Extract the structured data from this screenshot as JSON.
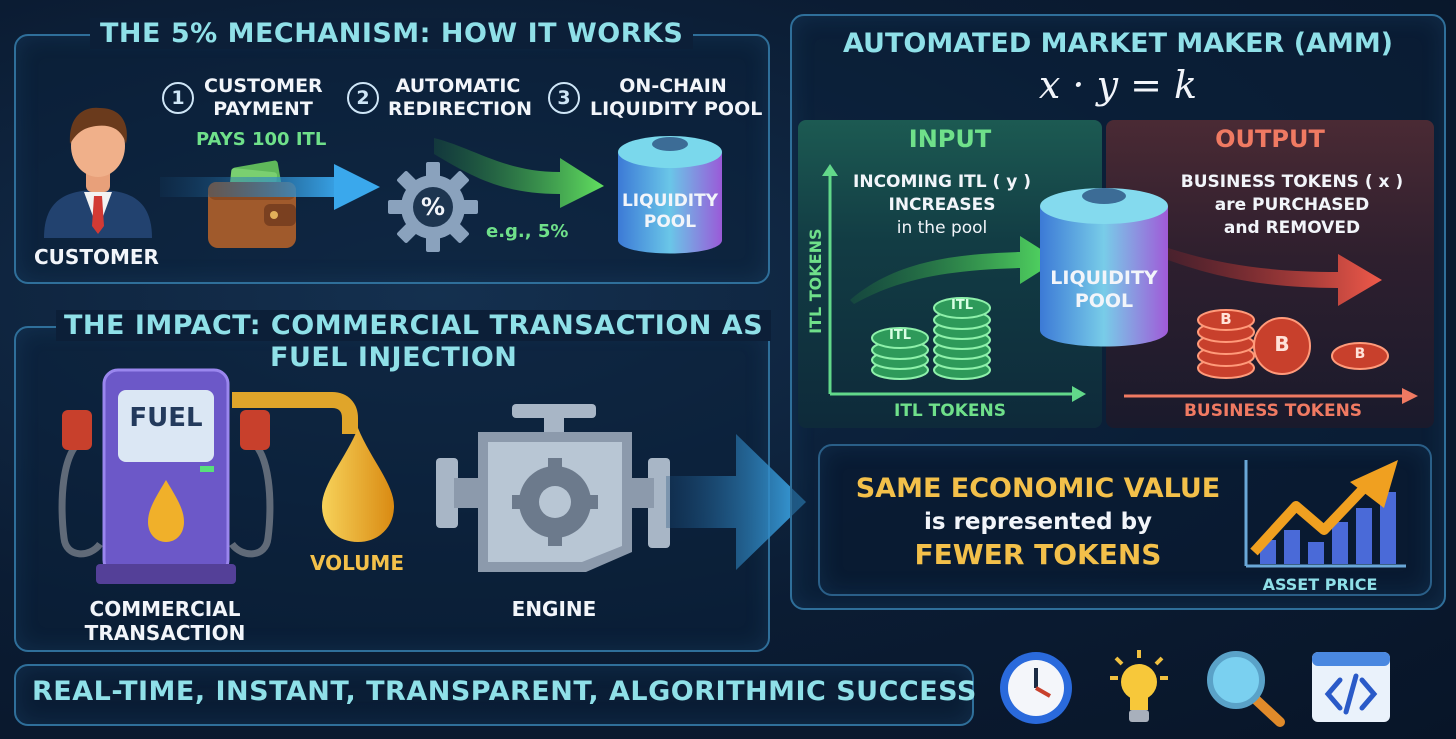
{
  "mechanism": {
    "title": "THE 5% MECHANISM: HOW IT WORKS",
    "customer_label": "CUSTOMER",
    "steps": [
      {
        "number": "1",
        "label_line1": "CUSTOMER",
        "label_line2": "PAYMENT"
      },
      {
        "number": "2",
        "label_line1": "AUTOMATIC",
        "label_line2": "REDIRECTION"
      },
      {
        "number": "3",
        "label_line1": "ON-CHAIN",
        "label_line2": "LIQUIDITY POOL"
      }
    ],
    "pays_label": "PAYS 100 ITL",
    "percent_symbol": "%",
    "example_label": "e.g., 5%",
    "pool_label_line1": "LIQUIDITY",
    "pool_label_line2": "POOL"
  },
  "amm": {
    "title": "AUTOMATED MARKET MAKER (AMM)",
    "formula": "x · y = k",
    "input": {
      "header": "INPUT",
      "text_line1": "INCOMING ITL ( y )",
      "text_line2": "INCREASES",
      "text_line3": "in the pool",
      "y_axis_label": "ITL TOKENS",
      "x_axis_label": "ITL TOKENS",
      "coin_label": "ITL"
    },
    "output": {
      "header": "OUTPUT",
      "text_line1": "BUSINESS TOKENS ( x )",
      "text_line2": "are PURCHASED",
      "text_line3": "and REMOVED",
      "x_axis_label": "BUSINESS TOKENS",
      "coin_label": "B"
    },
    "pool_label_line1": "LIQUIDITY",
    "pool_label_line2": "POOL"
  },
  "impact": {
    "title_line1": "THE IMPACT: COMMERCIAL TRANSACTION AS",
    "title_line2": "FUEL INJECTION",
    "fuel_label": "FUEL",
    "commercial_line1": "COMMERCIAL",
    "commercial_line2": "TRANSACTION",
    "volume_label": "VOLUME",
    "engine_label": "ENGINE"
  },
  "value": {
    "line1": "SAME ECONOMIC VALUE",
    "line2": "is represented by",
    "line3": "FEWER TOKENS",
    "asset_price_label": "ASSET PRICE"
  },
  "footer": {
    "text": "REAL-TIME, INSTANT, TRANSPARENT, ALGORITHMIC SUCCESS",
    "icons": [
      "clock-icon",
      "lightbulb-icon",
      "magnifier-icon",
      "code-window-icon"
    ]
  },
  "colors": {
    "teal_title": "#8fe0e8",
    "green": "#6fe08a",
    "gold": "#f3c04a",
    "coral": "#f07a62",
    "border": "#2f6f9a"
  }
}
